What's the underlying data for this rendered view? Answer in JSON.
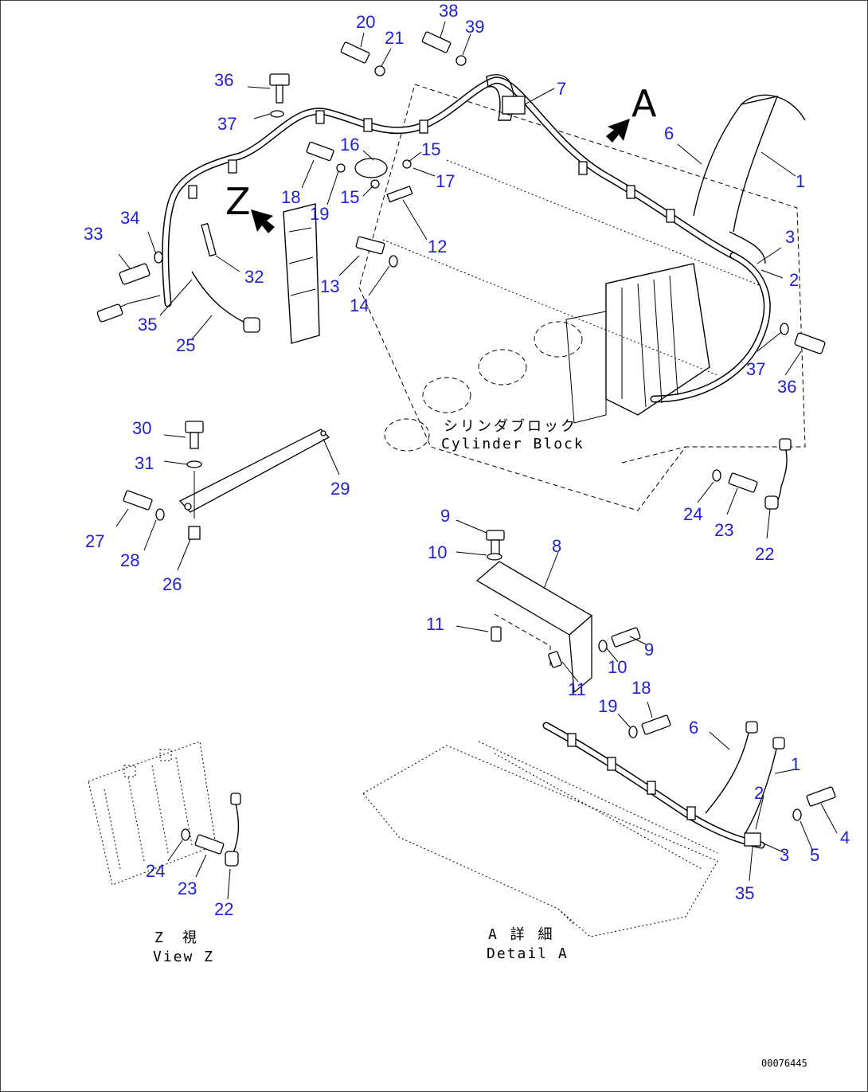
{
  "callouts": [
    {
      "id": "c20",
      "text": "20"
    },
    {
      "id": "c21",
      "text": "21"
    },
    {
      "id": "c38",
      "text": "38"
    },
    {
      "id": "c39",
      "text": "39"
    },
    {
      "id": "c36a",
      "text": "36"
    },
    {
      "id": "c37a",
      "text": "37"
    },
    {
      "id": "c7",
      "text": "7"
    },
    {
      "id": "c6a",
      "text": "6"
    },
    {
      "id": "c1a",
      "text": "1"
    },
    {
      "id": "c16",
      "text": "16"
    },
    {
      "id": "c15a",
      "text": "15"
    },
    {
      "id": "c17",
      "text": "17"
    },
    {
      "id": "c15b",
      "text": "15"
    },
    {
      "id": "c18a",
      "text": "18"
    },
    {
      "id": "c19a",
      "text": "19"
    },
    {
      "id": "c12",
      "text": "12"
    },
    {
      "id": "c34",
      "text": "34"
    },
    {
      "id": "c33",
      "text": "33"
    },
    {
      "id": "c32",
      "text": "32"
    },
    {
      "id": "c13",
      "text": "13"
    },
    {
      "id": "c14",
      "text": "14"
    },
    {
      "id": "c35a",
      "text": "35"
    },
    {
      "id": "c25",
      "text": "25"
    },
    {
      "id": "c3a",
      "text": "3"
    },
    {
      "id": "c2a",
      "text": "2"
    },
    {
      "id": "c37b",
      "text": "37"
    },
    {
      "id": "c36b",
      "text": "36"
    },
    {
      "id": "c30",
      "text": "30"
    },
    {
      "id": "c31",
      "text": "31"
    },
    {
      "id": "c29",
      "text": "29"
    },
    {
      "id": "c27",
      "text": "27"
    },
    {
      "id": "c28",
      "text": "28"
    },
    {
      "id": "c26",
      "text": "26"
    },
    {
      "id": "c24a",
      "text": "24"
    },
    {
      "id": "c23a",
      "text": "23"
    },
    {
      "id": "c22a",
      "text": "22"
    },
    {
      "id": "c9a",
      "text": "9"
    },
    {
      "id": "c10a",
      "text": "10"
    },
    {
      "id": "c8",
      "text": "8"
    },
    {
      "id": "c11a",
      "text": "11"
    },
    {
      "id": "c9b",
      "text": "9"
    },
    {
      "id": "c10b",
      "text": "10"
    },
    {
      "id": "c11b",
      "text": "11"
    },
    {
      "id": "c19b",
      "text": "19"
    },
    {
      "id": "c18b",
      "text": "18"
    },
    {
      "id": "c6b",
      "text": "6"
    },
    {
      "id": "c1b",
      "text": "1"
    },
    {
      "id": "c2b",
      "text": "2"
    },
    {
      "id": "c4",
      "text": "4"
    },
    {
      "id": "c5",
      "text": "5"
    },
    {
      "id": "c3b",
      "text": "3"
    },
    {
      "id": "c35b",
      "text": "35"
    },
    {
      "id": "c24b",
      "text": "24"
    },
    {
      "id": "c23b",
      "text": "23"
    },
    {
      "id": "c22b",
      "text": "22"
    }
  ],
  "labels": {
    "view_letter_a": "A",
    "view_letter_z": "Z",
    "cylinder_block_jp": "シリンダブロック",
    "cylinder_block_en": "Cylinder Block",
    "view_z_jp": "Z　視",
    "view_z_en": "View Z",
    "detail_a_jp": "A 詳 細",
    "detail_a_en": "Detail A",
    "drawing_code": "00076445"
  },
  "colors": {
    "callout": "#1f1fd6",
    "line": "#000000",
    "background": "#ffffff"
  }
}
